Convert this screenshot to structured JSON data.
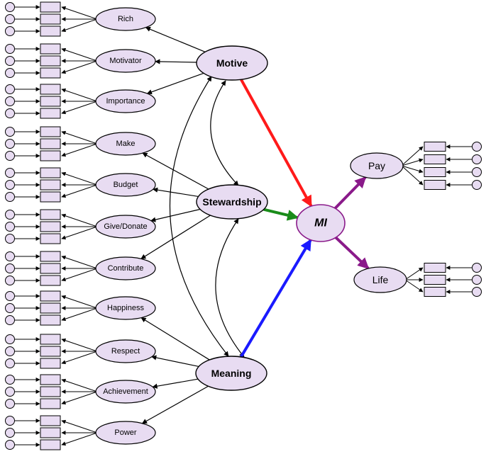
{
  "diagram": {
    "colors": {
      "node_fill": "#e8dcf2",
      "node_stroke": "#000000",
      "mi_stroke": "#8a1a8a",
      "edge": "#000000",
      "motive_mi": "#ff1a1a",
      "stewardship_mi": "#1a8c1a",
      "meaning_mi": "#1a1aff",
      "mi_outcomes": "#8a1a8a"
    },
    "central": {
      "label": "MI"
    },
    "latents": [
      {
        "id": "motive",
        "label": "Motive",
        "indicators": [
          "Rich",
          "Motivator",
          "Importance"
        ]
      },
      {
        "id": "stewardship",
        "label": "Stewardship",
        "indicators": [
          "Make",
          "Budget",
          "Give/Donate",
          "Contribute"
        ]
      },
      {
        "id": "meaning",
        "label": "Meaning",
        "indicators": [
          "Happiness",
          "Respect",
          "Achievement",
          "Power"
        ]
      }
    ],
    "outcomes": [
      {
        "id": "pay",
        "label": "Pay"
      },
      {
        "id": "life",
        "label": "Life"
      }
    ]
  }
}
